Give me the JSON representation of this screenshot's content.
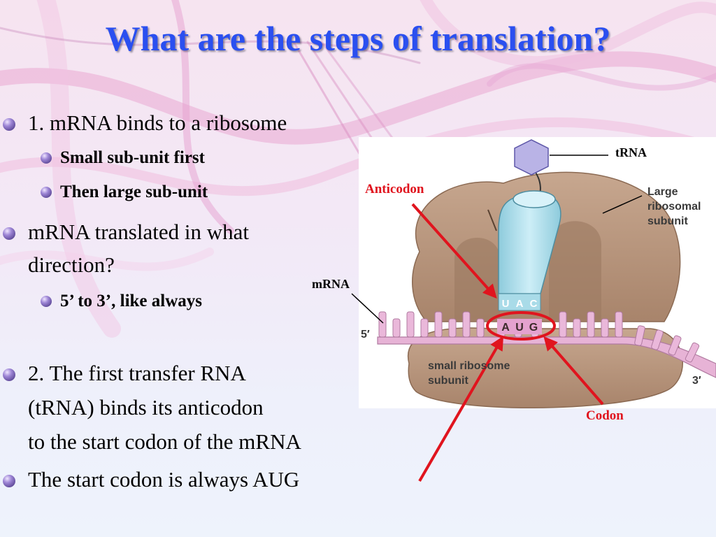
{
  "slide": {
    "title": "What are the steps of translation?"
  },
  "bullets": [
    {
      "level": 1,
      "text": "1. mRNA binds to a ribosome"
    },
    {
      "level": 2,
      "text": "Small sub-unit first"
    },
    {
      "level": 2,
      "text": "Then large sub-unit"
    },
    {
      "level": 1,
      "text": "mRNA translated in what"
    },
    {
      "level": 1,
      "text": "direction?"
    },
    {
      "level": 2,
      "text": "5’ to 3’, like always"
    },
    {
      "level": 1,
      "text": "2. The first transfer RNA"
    },
    {
      "level": 1,
      "text": "(tRNA) binds its anticodon"
    },
    {
      "level": 1,
      "text": "to the start codon of the mRNA"
    },
    {
      "level": 1,
      "text": "The start codon is always AUG"
    }
  ],
  "diagram": {
    "labels": {
      "trna": "tRNA",
      "anticodon": "Anticodon",
      "mrna": "mRNA",
      "codon": "Codon",
      "large_subunit_1": "Large",
      "large_subunit_2": "ribosomal",
      "large_subunit_3": "subunit",
      "small_subunit_1": "small ribosome",
      "small_subunit_2": "subunit",
      "five_prime": "5′",
      "three_prime": "3′"
    },
    "anticodon_bases": [
      "U",
      "A",
      "C"
    ],
    "codon_bases": [
      "A",
      "U",
      "G"
    ],
    "colors": {
      "title": "#2a4ff0",
      "annotation_red": "#e0141e",
      "ribosome": "#b8967e",
      "trna": "#a9dbe8",
      "mrna": "#e7b3d6"
    }
  }
}
